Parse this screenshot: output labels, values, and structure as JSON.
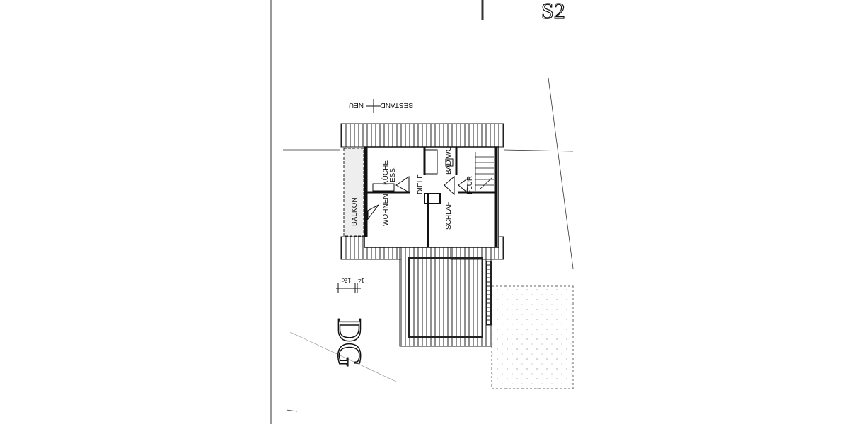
{
  "plan": {
    "level_label": "DG",
    "orientation_note": {
      "left": "NEU",
      "right": "BESTAND"
    },
    "dimensions": [
      "12o",
      "14"
    ],
    "rooms": [
      {
        "id": "kueche",
        "label": "KÜCHE"
      },
      {
        "id": "kueche2",
        "label": "ESS."
      },
      {
        "id": "diele",
        "label": "DIELE"
      },
      {
        "id": "bad",
        "label": "BAD WC"
      },
      {
        "id": "flur",
        "label": "FLUR"
      },
      {
        "id": "wohnen",
        "label": "WOHNEN"
      },
      {
        "id": "schlaf",
        "label": "SCHLAF"
      },
      {
        "id": "balkon",
        "label": "BALKON"
      }
    ],
    "corner_mark": "S2"
  }
}
